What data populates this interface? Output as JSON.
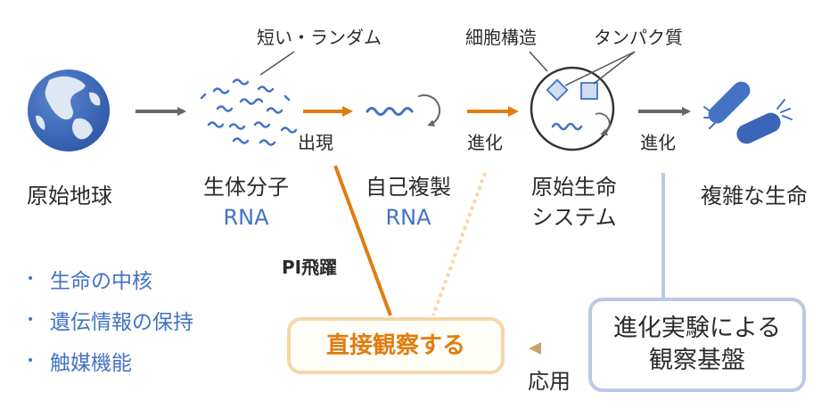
{
  "labels": {
    "early_earth": "原始地球",
    "biomolecule": "生体分子",
    "biomolecule_sub": "RNA",
    "self_replication": "自己複製",
    "self_replication_sub": "RNA",
    "protolife_line1": "原始生命",
    "protolife_line2": "システム",
    "complex_life": "複雑な生命",
    "short_random": "短い・ランダム",
    "cell_structure": "細胞構造",
    "protein": "タンパク質",
    "emergence": "出現",
    "evolution1": "進化",
    "evolution2": "進化",
    "pi_leap": "PI飛躍",
    "application": "応用"
  },
  "boxes": {
    "direct_observe": "直接観察する",
    "platform_line1": "進化実験による",
    "platform_line2": "観察基盤"
  },
  "bullets": [
    "生命の中核",
    "遺伝情報の保持",
    "触媒機能"
  ],
  "colors": {
    "orange": "#e07d10",
    "blue": "#4472c4",
    "gray_arrow": "#666666",
    "light_blue": "#b9c9e8",
    "light_orange": "#f5d7a8"
  },
  "icons": {
    "earth": "earth-globe-icon",
    "bacteria": "bacteria-icon"
  }
}
